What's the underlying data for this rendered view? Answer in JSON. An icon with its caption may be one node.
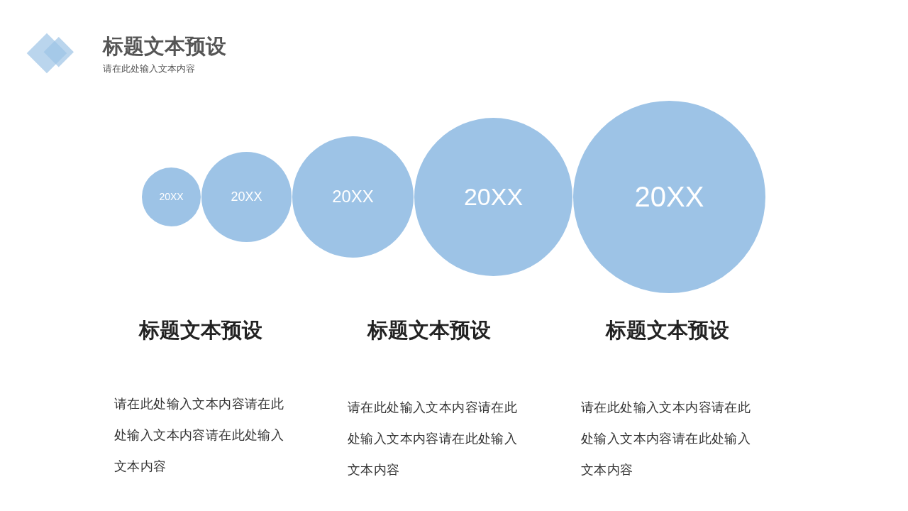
{
  "diagram": {
    "title": "标题文本预设",
    "nodes": [
      {
        "text": [
          "20XX"
        ]
      },
      {
        "text": [
          "20XX"
        ]
      },
      {
        "text": [
          "20XX"
        ]
      },
      {
        "text": [
          "20XX"
        ]
      },
      {
        "text": [
          "20XX"
        ]
      }
    ],
    "labels": [
      "请在此处输入文本内容",
      "标题文本预设",
      "标题文本预设",
      "标题文本预设",
      "请在此处输入文本内容请在此处输入文本内容请在此处输入文本内容",
      "请在此处输入文本内容请在此处输入文本内容请在此处输入文本内容",
      "请在此处输入文本内容请在此处输入文本内容请在此处输入文本内容"
    ]
  }
}
